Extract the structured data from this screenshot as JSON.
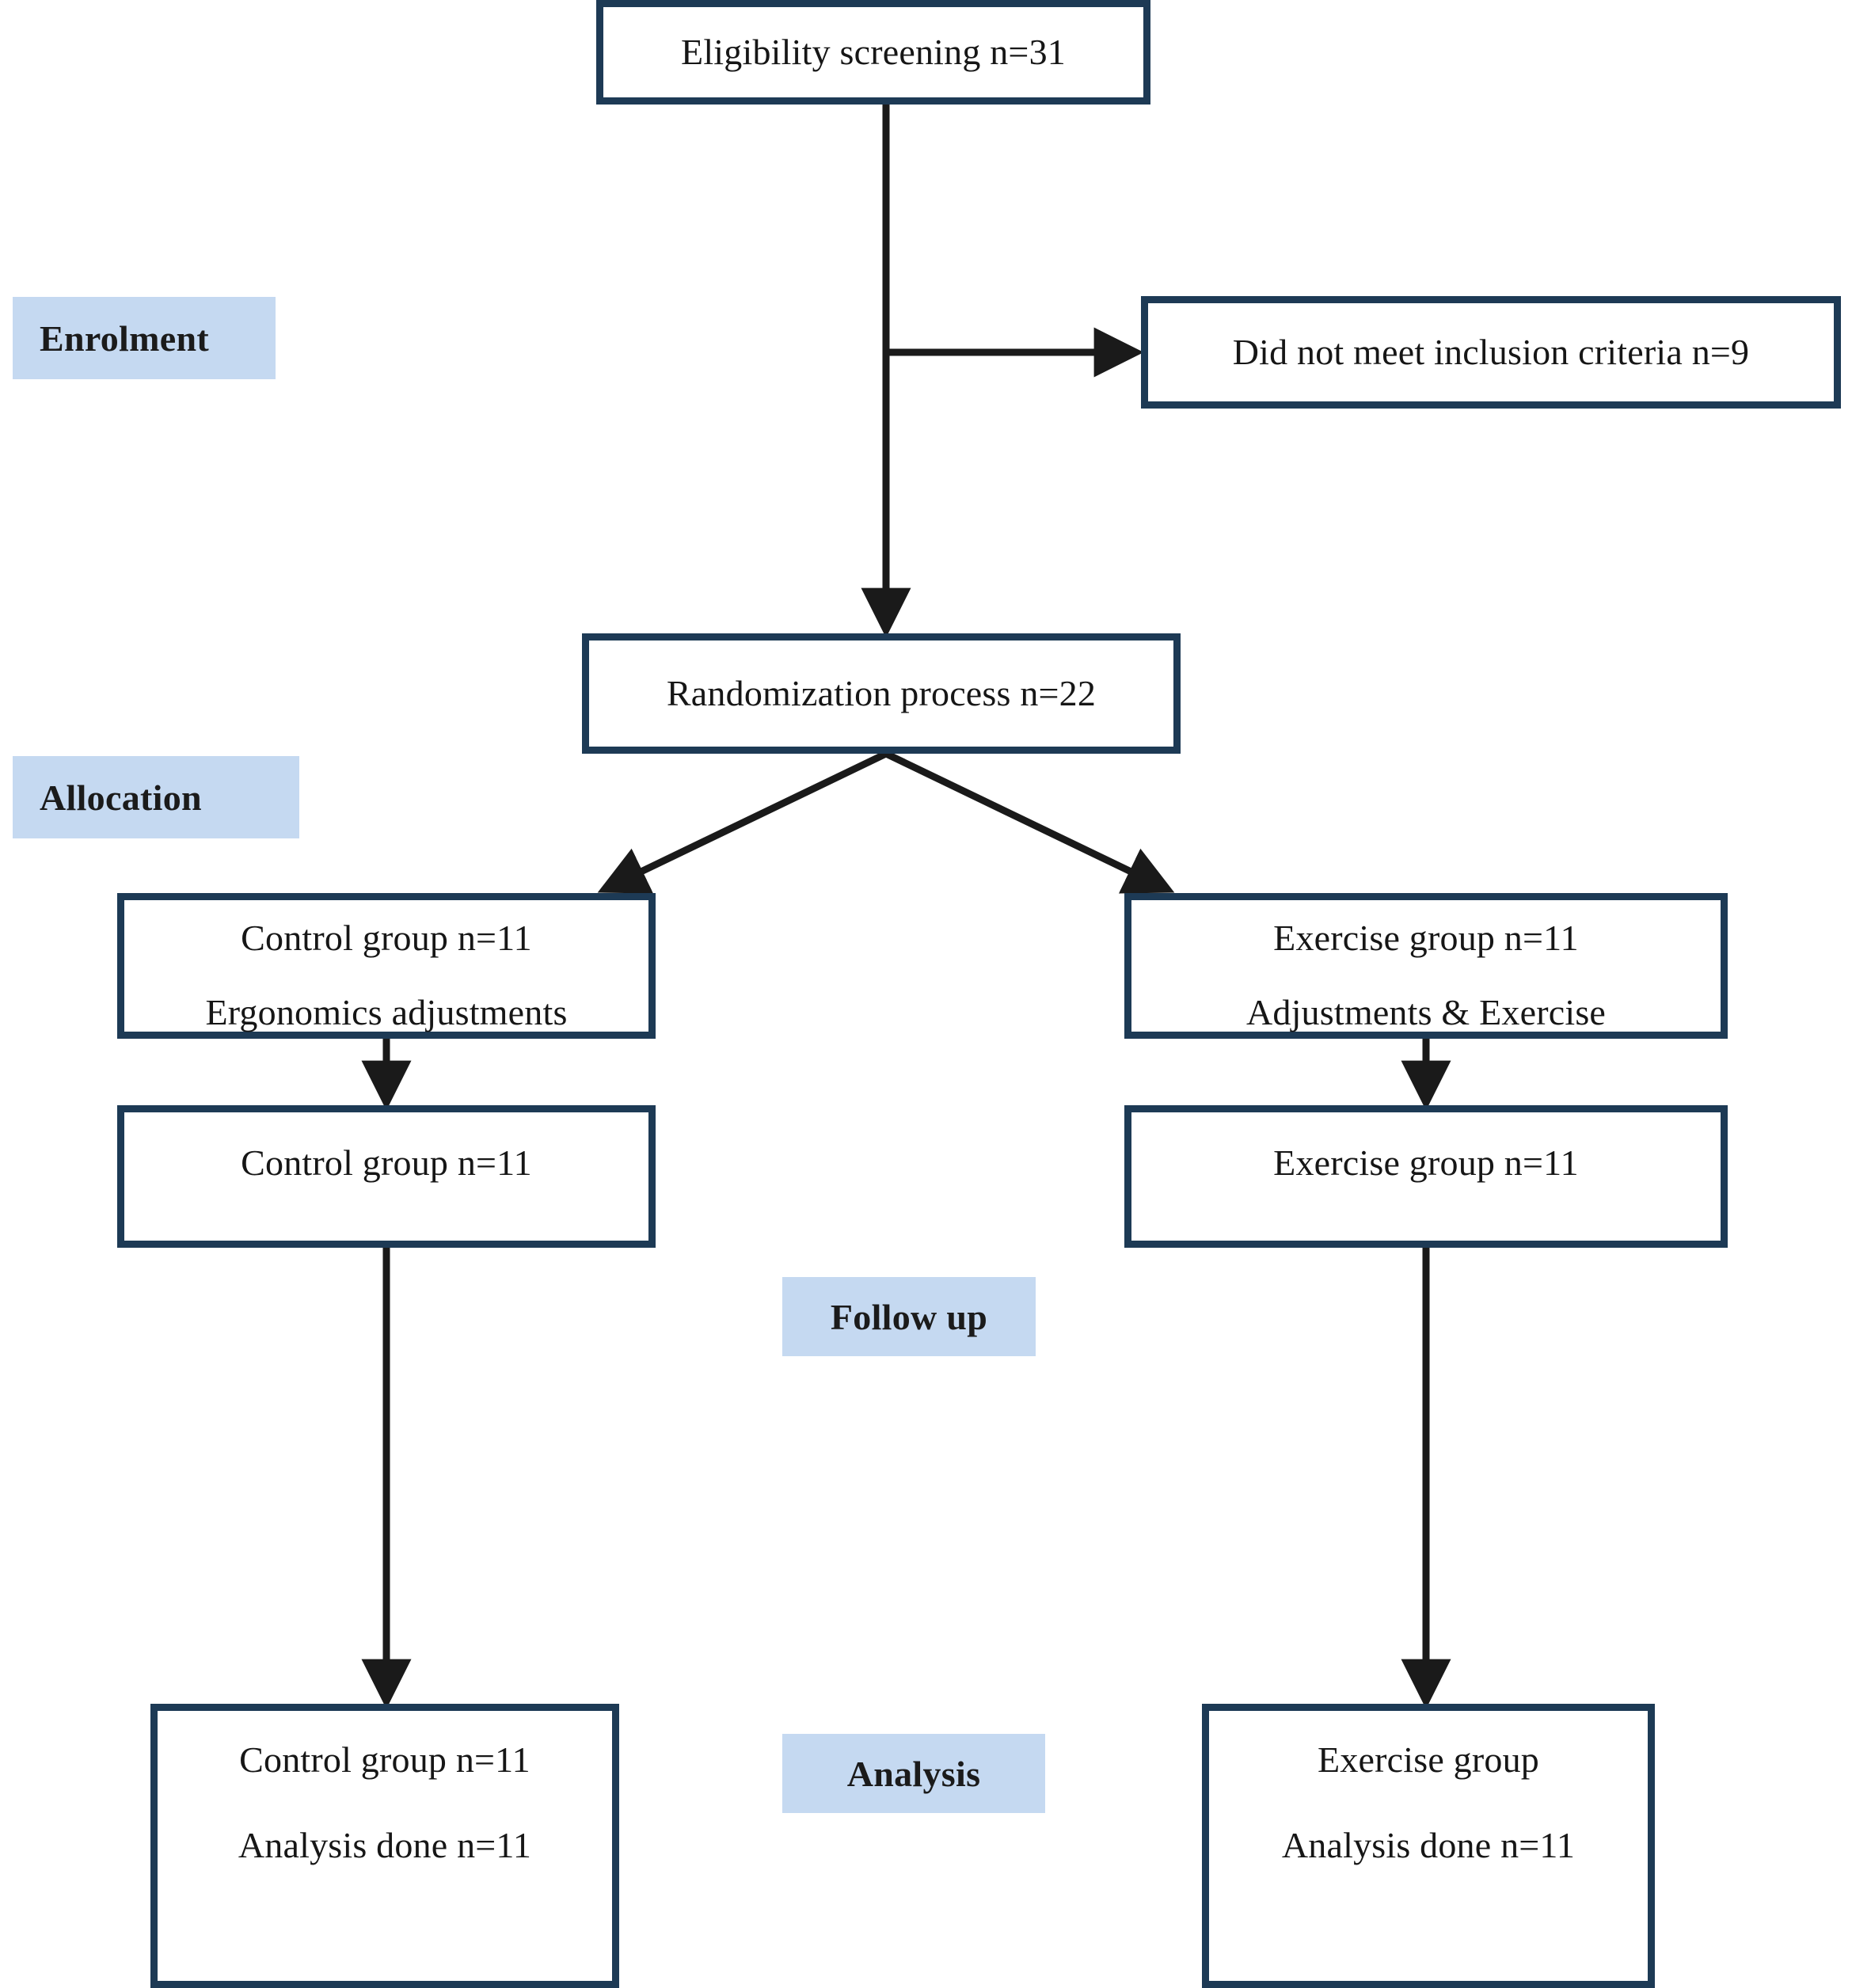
{
  "diagram": {
    "type": "consort-flow-diagram",
    "accent_border_color": "#1d3a55",
    "stage_label_background": "#c5d9f1",
    "text_color": "#161616",
    "connector_color": "#1a1a1a"
  },
  "stage_labels": {
    "enrolment": "Enrolment",
    "allocation": "Allocation",
    "followup": "Follow up",
    "analysis": "Analysis"
  },
  "nodes": {
    "screening": {
      "line1": "Eligibility screening n=31"
    },
    "excluded": {
      "line1": "Did not meet inclusion criteria n=9"
    },
    "randomization": {
      "line1": "Randomization process n=22"
    },
    "allocation_control": {
      "line1": "Control group n=11",
      "line2": "Ergonomics adjustments"
    },
    "allocation_exercise": {
      "line1": "Exercise group n=11",
      "line2": "Adjustments & Exercise"
    },
    "followup_control": {
      "line1": "Control group n=11"
    },
    "followup_exercise": {
      "line1": "Exercise group n=11"
    },
    "analysis_control": {
      "line1": "Control group n=11",
      "line2": "Analysis done n=11"
    },
    "analysis_exercise": {
      "line1": "Exercise group",
      "line2": "Analysis done n=11"
    }
  },
  "counts": {
    "screened": 31,
    "excluded_not_meeting_criteria": 9,
    "randomized": 22,
    "allocated_control": 11,
    "allocated_exercise": 11,
    "followup_control": 11,
    "followup_exercise": 11,
    "analysed_control": 11,
    "analysed_exercise": 11
  }
}
